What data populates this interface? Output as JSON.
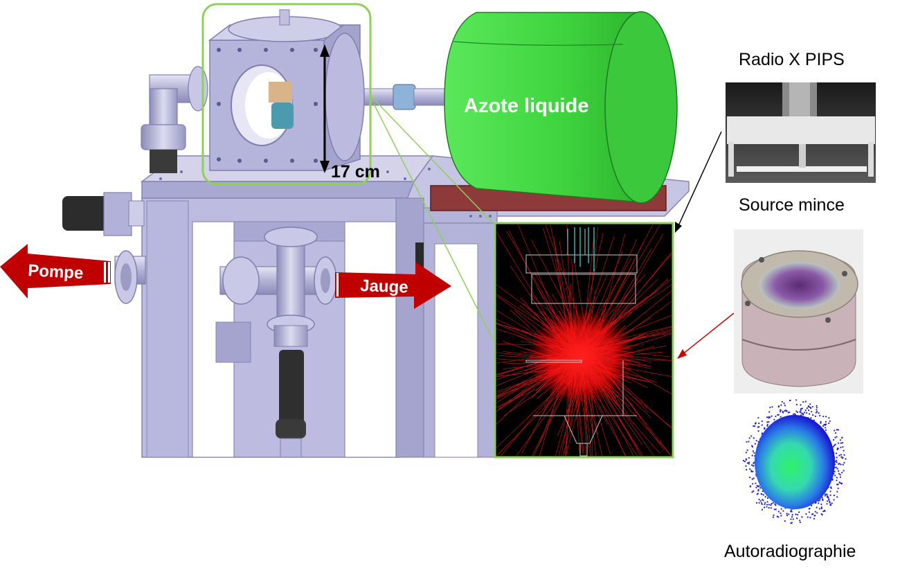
{
  "labels": {
    "dimension": "17 cm",
    "tank": "Azote liquide",
    "pump": "Pompe",
    "gauge": "Jauge",
    "xray_title": "Radio X PIPS",
    "source_title": "Source mince",
    "autorad_title": "Autoradiographie"
  },
  "icons": {
    "pump_arrow": "arrow-left-icon",
    "gauge_arrow": "arrow-right-icon"
  },
  "colors": {
    "frame": "#b9b8dc",
    "frame_dark": "#9c9bc4",
    "tank": "#44dd44",
    "highlight_border": "#8fcf5a",
    "red_arrow": "#c40000",
    "simulation_bg": "#000000",
    "simulation_tracks": "#ff1a1a"
  }
}
